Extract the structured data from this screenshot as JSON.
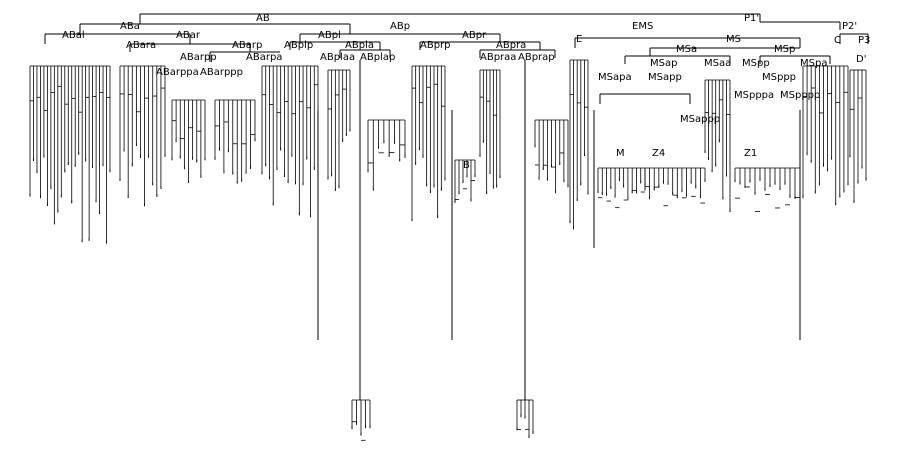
{
  "lineage": {
    "root": "AB",
    "p1": "P1'",
    "p2": "P2'",
    "aba": "ABa",
    "abp": "ABp",
    "abal": "ABal",
    "abar": "ABar",
    "abara": "ABara",
    "abarp": "ABarp",
    "abarpp": "ABarpp",
    "abarpa": "ABarpa",
    "abarppa": "ABarppa",
    "abarppp": "ABarppp",
    "abpl": "ABpl",
    "abplp": "ABplp",
    "abpla": "ABpla",
    "abplaa": "ABplaa",
    "abplap": "ABplap",
    "abpr": "ABpr",
    "abprp": "ABprp",
    "abpra": "ABpra",
    "abpraa": "ABpraa",
    "abprap": "ABprap",
    "b": "B",
    "ems": "EMS",
    "e": "E",
    "ms": "MS",
    "msa": "MSa",
    "msp": "MSp",
    "msap": "MSap",
    "msaa": "MSaa",
    "mspp": "MSpp",
    "mspa": "MSpa",
    "msapa": "MSapa",
    "msapp": "MSapp",
    "msappp": "MSappp",
    "msppp": "MSppp",
    "mspppa": "MSpppa",
    "mspppp": "MSpppp",
    "m": "M",
    "z4": "Z4",
    "z1": "Z1",
    "c": "C",
    "p3": "P3",
    "d": "D'"
  }
}
